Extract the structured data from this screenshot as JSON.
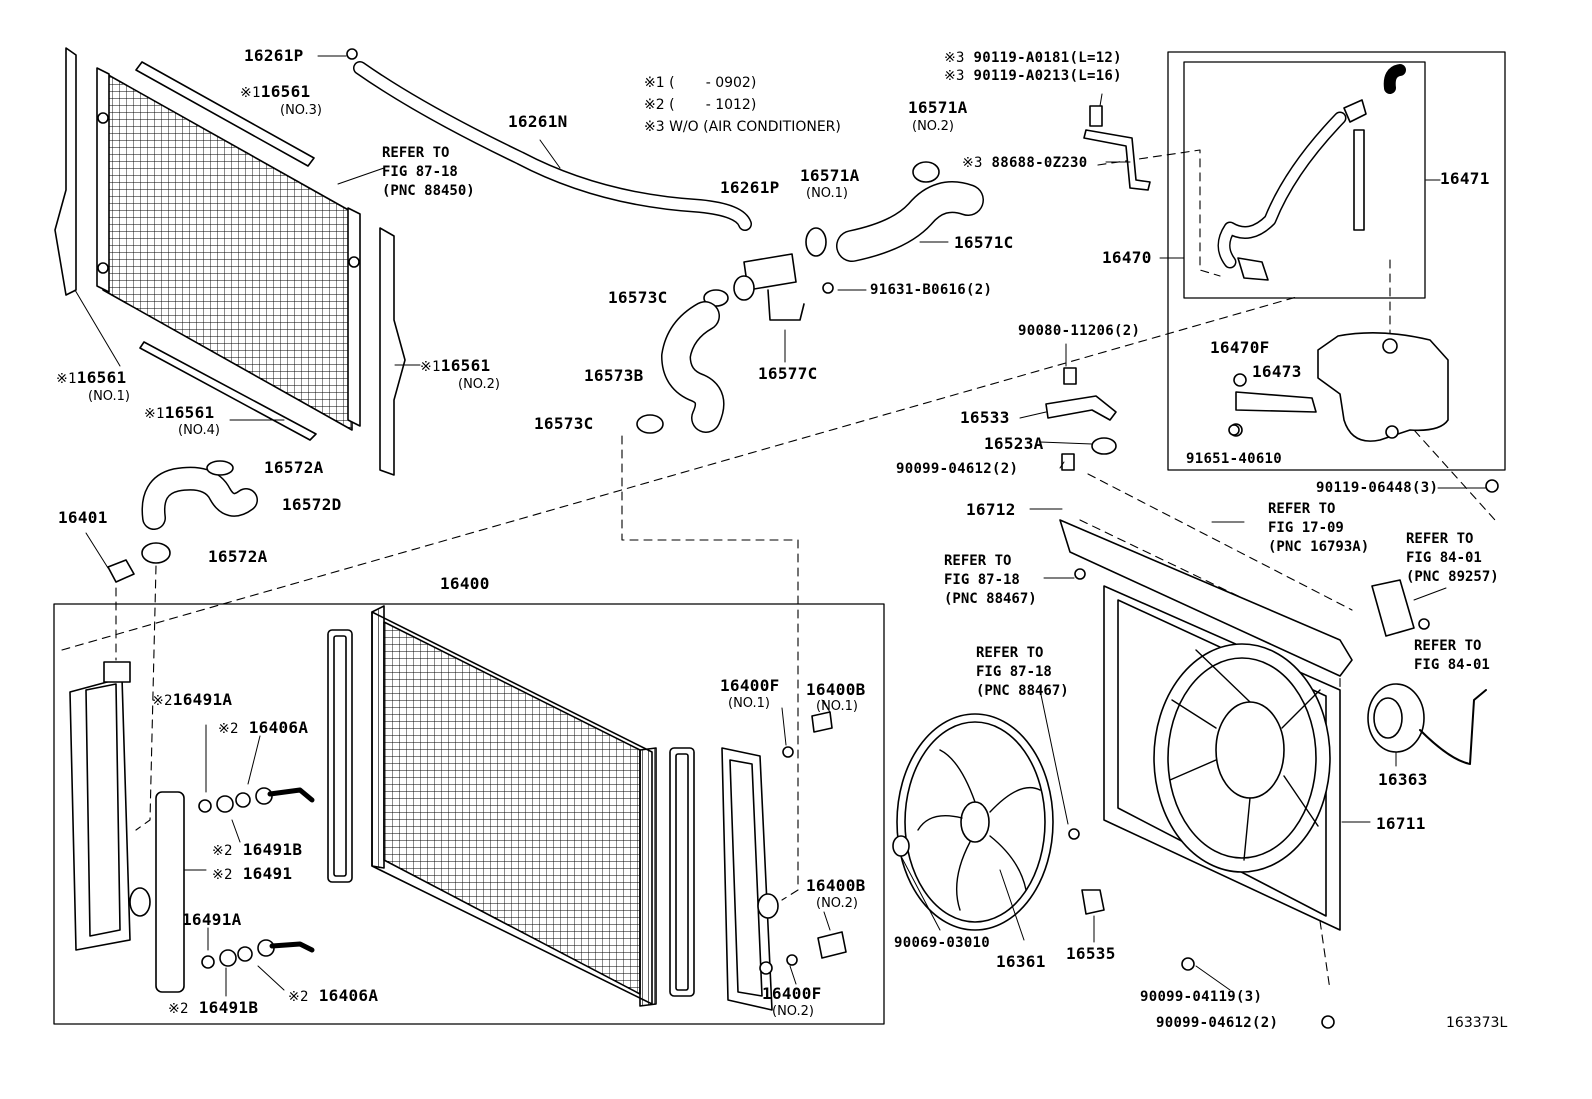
{
  "colors": {
    "line": "#000000",
    "background": "#ffffff"
  },
  "notes": {
    "n1": "※1 (       - 0902)",
    "n2": "※2 (       - 1012)",
    "n3": "※3 W/O (AIR CONDITIONER)"
  },
  "parts": {
    "p16261P_top": "16261P",
    "p16261N": "16261N",
    "p16561_no3": "16561",
    "p16561_no3_sub": "(NO.3)",
    "p16561_no1": "16561",
    "p16561_no1_sub": "(NO.1)",
    "p16561_no4": "16561",
    "p16561_no4_sub": "(NO.4)",
    "p16561_no2": "16561",
    "p16561_no2_sub": "(NO.2)",
    "p16572A_a": "16572A",
    "p16572D": "16572D",
    "p16572A_b": "16572A",
    "p16401": "16401",
    "p16261P_mid": "16261P",
    "p16571A_no1": "16571A",
    "p16571A_no1_sub": "(NO.1)",
    "p16571A_no2": "16571A",
    "p16571A_no2_sub": "(NO.2)",
    "p16571C": "16571C",
    "p16573C_a": "16573C",
    "p16573B": "16573B",
    "p16573C_b": "16573C",
    "p16577C": "16577C",
    "p91631": "91631-B0616(2)",
    "p90119_a0181": "90119-A0181(L=12)",
    "p90119_a0213": "90119-A0213(L=16)",
    "p88688": "88688-0Z230",
    "p16471": "16471",
    "p16470": "16470",
    "p16470F": "16470F",
    "p16473": "16473",
    "p91651": "91651-40610",
    "p90080": "90080-11206(2)",
    "p16533": "16533",
    "p16523A": "16523A",
    "p90099_04612_a": "90099-04612(2)",
    "p16712": "16712",
    "p90119_06448": "90119-06448(3)",
    "p16400": "16400",
    "p16491A_a": "16491A",
    "p16406A_a": "16406A",
    "p16491B_a": "16491B",
    "p16491": "16491",
    "p16491A_b": "16491A",
    "p16491B_b": "16491B",
    "p16406A_b": "16406A",
    "p16400F_no1": "16400F",
    "p16400F_no1_sub": "(NO.1)",
    "p16400B_no1": "16400B",
    "p16400B_no1_sub": "(NO.1)",
    "p16400B_no2": "16400B",
    "p16400B_no2_sub": "(NO.2)",
    "p16400F_no2": "16400F",
    "p16400F_no2_sub": "(NO.2)",
    "p16363": "16363",
    "p16711": "16711",
    "p90069": "90069-03010",
    "p16361": "16361",
    "p16535": "16535",
    "p90099_04119": "90099-04119(3)",
    "p90099_04612_b": "90099-04612(2)",
    "diagram_id": "163373L"
  },
  "marks": {
    "m1": "※1",
    "m2": "※2",
    "m3": "※3"
  },
  "refs": {
    "r_88450": "REFER TO\nFIG 87-18\n(PNC 88450)",
    "r_16793A": "REFER TO\nFIG 17-09\n(PNC 16793A)",
    "r_89257": "REFER TO\nFIG 84-01\n(PNC 89257)",
    "r_84_01": "REFER TO\nFIG 84-01",
    "r_88467_a": "REFER TO\nFIG 87-18\n(PNC 88467)",
    "r_88467_b": "REFER TO\nFIG 87-18\n(PNC 88467)"
  }
}
